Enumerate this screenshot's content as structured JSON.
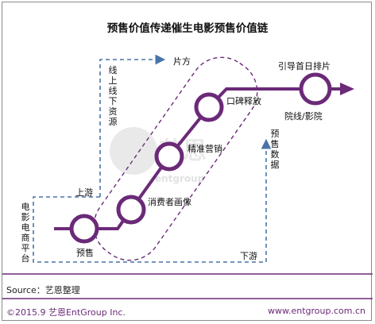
{
  "title": "预售价值传递催生电影预售价值链",
  "nodes": {
    "presale": "预售",
    "consumer_profile": "消费者画像",
    "precision_marketing": "精准营销",
    "word_of_mouth": "口碑释放",
    "cinema": "院线/影院"
  },
  "labels": {
    "arrow_end": "引导首日排片",
    "top_arrow": "片方",
    "upstream": "上游",
    "downstream": "下游",
    "online_offline_resources": "线上线下资源",
    "presale_data": "预售数据",
    "ecommerce_platform": "电影电商平台"
  },
  "watermark": "entgroup",
  "source": "Source：艺恩整理",
  "footer": {
    "copyright": "©2015.9 艺恩EntGroup Inc.",
    "website": "www.entgroup.com.cn"
  },
  "colors": {
    "purple": "#6b2a78",
    "dashed_blue": "#4a74a8",
    "separator": "#6b2a78"
  }
}
